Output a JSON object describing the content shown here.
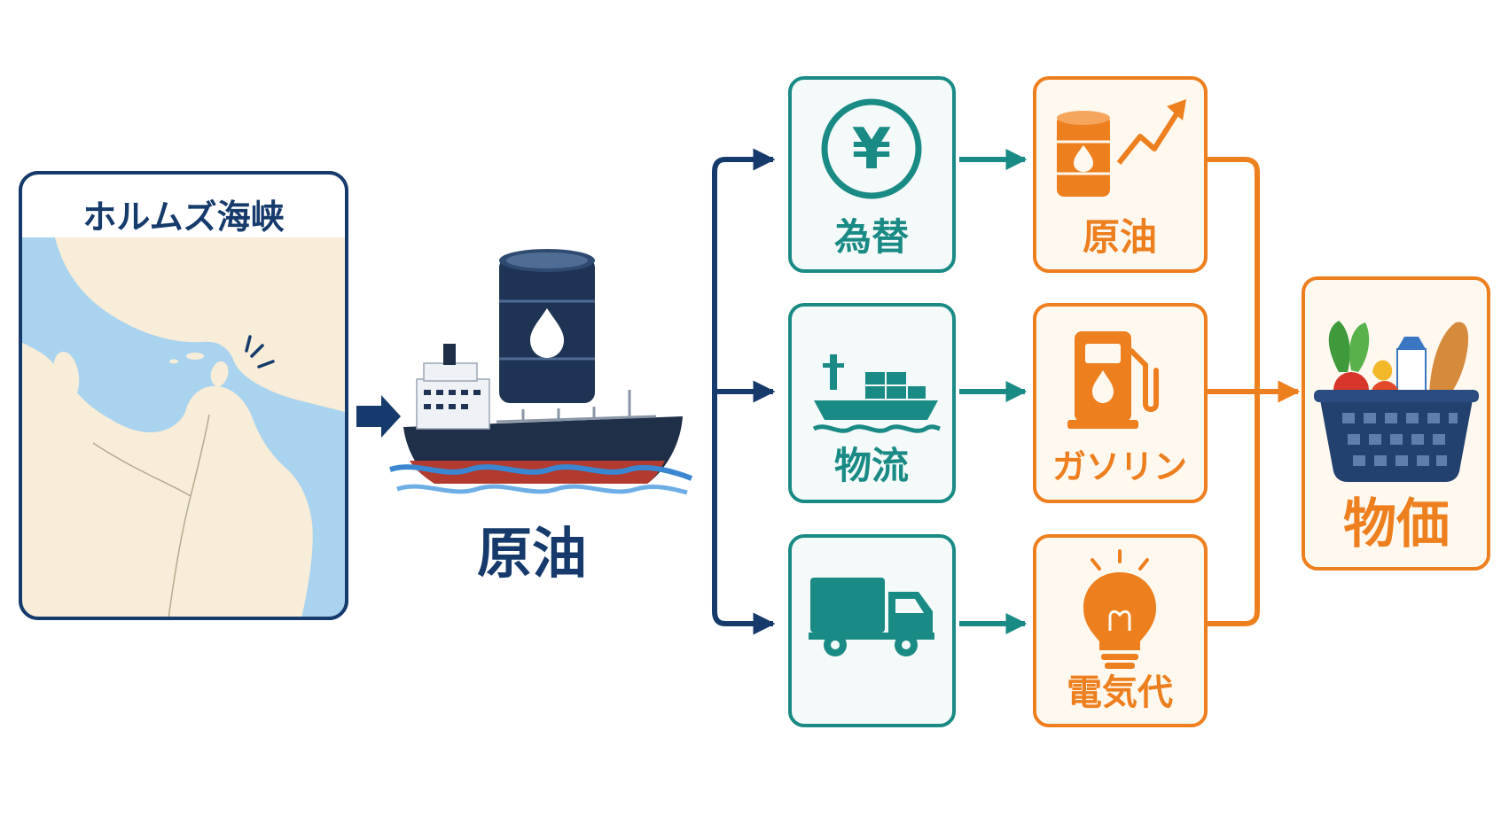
{
  "map": {
    "title": "ホルムズ海峡"
  },
  "crude": {
    "label": "原油"
  },
  "factors": [
    {
      "label": "為替",
      "icon": "yen-icon"
    },
    {
      "label": "物流",
      "icon": "cargo-ship-icon"
    },
    {
      "label": "",
      "icon": "truck-icon"
    }
  ],
  "impacts": [
    {
      "label": "原油",
      "icon": "oil-barrel-rising-icon"
    },
    {
      "label": "ガソリン",
      "icon": "fuel-pump-icon"
    },
    {
      "label": "電気代",
      "icon": "light-bulb-icon"
    }
  ],
  "result": {
    "label": "物価",
    "icon": "grocery-basket-icon"
  },
  "colors": {
    "navy": "#163a6b",
    "teal": "#1a8a84",
    "orange": "#ee7f1e",
    "sea": "#a9d3ef",
    "land": "#f7edd8",
    "teal_bg": "#f3faf9",
    "orange_bg": "#fff8ef"
  }
}
